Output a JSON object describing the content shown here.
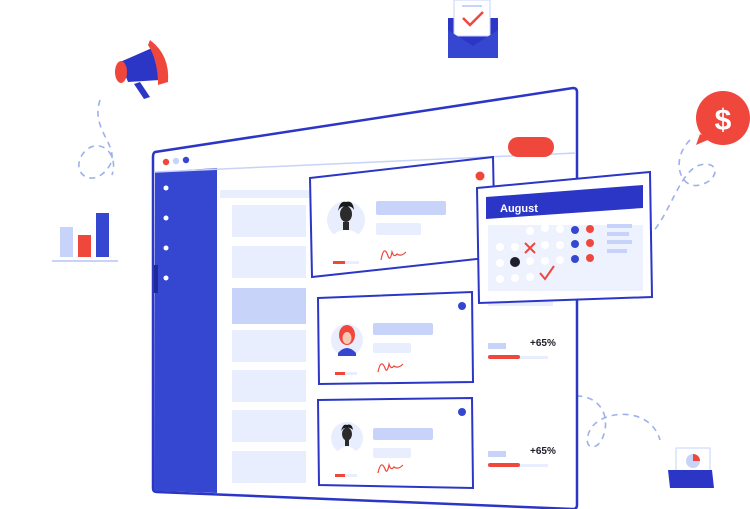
{
  "colors": {
    "primary": "#3547D1",
    "accent": "#F0473D",
    "light_blue": "#C7D3F9",
    "pale_blue": "#E8EEFD",
    "outline": "#2B36C7",
    "text": "#1E1E2A"
  },
  "calendar": {
    "month": "August"
  },
  "stats": [
    {
      "value": "+65%"
    },
    {
      "value": "+65%"
    }
  ],
  "icons": [
    "megaphone-icon",
    "mail-check-icon",
    "dollar-bubble-icon",
    "bar-chart-icon",
    "pie-folder-icon",
    "signature-icon",
    "check-icon",
    "cross-icon"
  ]
}
